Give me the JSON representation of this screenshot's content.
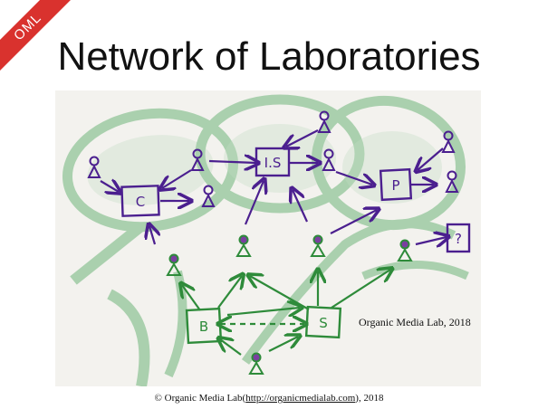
{
  "badge": "OML",
  "title": "Network of Laboratories",
  "diagram": {
    "nodes": {
      "c": "C",
      "is": "I.S",
      "p": "P",
      "q": "?",
      "b": "B",
      "s": "S"
    },
    "credit": "Organic Media Lab, 2018"
  },
  "footer": {
    "prefix": "© Organic Media Lab(",
    "link": "http://organicmedialab.com",
    "suffix": "), 2018"
  },
  "colors": {
    "purple": "#4b1f8f",
    "green": "#2e8b3a",
    "wash": "#6fb57a",
    "paper": "#f3f2ee",
    "ribbon": "#d9322e"
  }
}
